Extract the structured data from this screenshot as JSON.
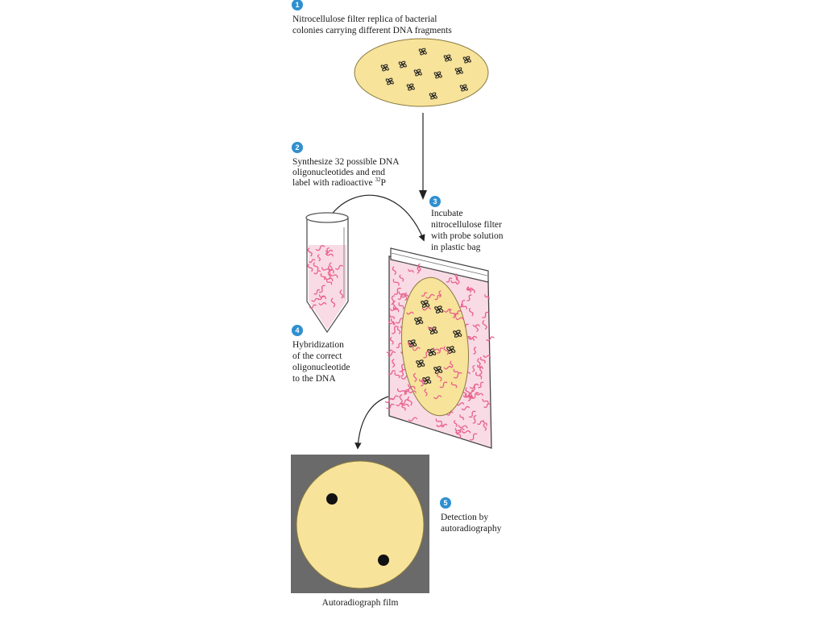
{
  "colors": {
    "filter": "#f7e39a",
    "filter_stroke": "#8a7a40",
    "badge": "#2f8fd0",
    "probe": "#e8608c",
    "bag_fill": "#f9dbe5",
    "film_frame": "#6a6a6a",
    "spot": "#111111"
  },
  "steps": [
    {
      "num": "1",
      "lines": [
        "Nitrocellulose filter replica of bacterial",
        "colonies carrying different DNA fragments"
      ]
    },
    {
      "num": "2",
      "lines": [
        "Synthesize 32 possible DNA",
        "oligonucleotides and end",
        "label with radioactive"
      ],
      "isotope_mass": "32",
      "isotope_symbol": "P"
    },
    {
      "num": "3",
      "lines": [
        "Incubate",
        "nitrocellulose filter",
        "with probe solution",
        "in plastic bag"
      ]
    },
    {
      "num": "4",
      "lines": [
        "Hybridization",
        "of the correct",
        "oligonucleotide",
        "to the DNA"
      ]
    },
    {
      "num": "5",
      "lines": [
        "Detection by",
        "autoradiography"
      ]
    }
  ],
  "film_caption": "Autoradiograph film"
}
